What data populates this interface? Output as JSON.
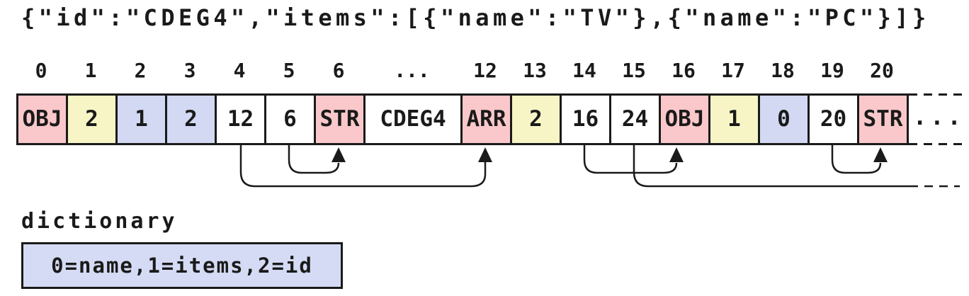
{
  "json_line": "{\"id\":\"CDEG4\",\"items\":[{\"name\":\"TV\"},{\"name\":\"PC\"}]}",
  "byte_array": {
    "indices": [
      "0",
      "1",
      "2",
      "3",
      "4",
      "5",
      "6",
      "...",
      "12",
      "13",
      "14",
      "15",
      "16",
      "17",
      "18",
      "19",
      "20"
    ],
    "cells": [
      {
        "label": "OBJ",
        "type": "marker"
      },
      {
        "label": "2",
        "type": "count"
      },
      {
        "label": "1",
        "type": "keyref"
      },
      {
        "label": "2",
        "type": "keyref"
      },
      {
        "label": "12",
        "type": "offset"
      },
      {
        "label": "6",
        "type": "offset"
      },
      {
        "label": "STR",
        "type": "marker"
      },
      {
        "label": "CDEG4",
        "type": "value",
        "wide": true
      },
      {
        "label": "ARR",
        "type": "marker"
      },
      {
        "label": "2",
        "type": "count"
      },
      {
        "label": "16",
        "type": "offset"
      },
      {
        "label": "24",
        "type": "offset"
      },
      {
        "label": "OBJ",
        "type": "marker"
      },
      {
        "label": "1",
        "type": "count"
      },
      {
        "label": "0",
        "type": "keyref"
      },
      {
        "label": "20",
        "type": "offset"
      },
      {
        "label": "STR",
        "type": "marker"
      }
    ],
    "continuation": "...",
    "colors": {
      "marker": "#fac8ca",
      "count": "#f7f5c6",
      "keyref": "#d3d9f3",
      "offset": "#ffffff",
      "value": "#ffffff",
      "border": "#1a1a1a"
    }
  },
  "arrows": [
    {
      "from_offset": "12",
      "to_cell": "ARR"
    },
    {
      "from_offset": "6",
      "to_cell": "STR"
    },
    {
      "from_offset": "16",
      "to_cell": "OBJ"
    },
    {
      "from_offset": "24",
      "to_cell": "..."
    },
    {
      "from_offset": "20",
      "to_cell": "STR"
    }
  ],
  "dictionary": {
    "label": "dictionary",
    "entries": "0=name,1=items,2=id",
    "bg": "#d5dbf4"
  }
}
